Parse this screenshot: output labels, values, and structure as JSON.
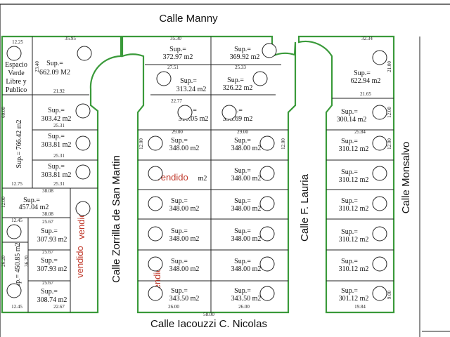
{
  "streets": {
    "top": "Calle Manny",
    "bottom": "Calle Iacouzzi C. Nicolas",
    "left_middle": "Calle Zorrilla de San Martin",
    "right_middle": "Calle F. Lauria",
    "right": "Calle Monsalvo"
  },
  "green_space": {
    "line1": "Espacio",
    "line2": "Verde",
    "line3": "Libre y",
    "line4": "Publico"
  },
  "block1": {
    "corner": {
      "sup": "Sup.=",
      "area": "662.09 M2"
    },
    "left_lot": {
      "area": "Sup.= 766.42 m2"
    },
    "lots": [
      {
        "sup": "Sup.=",
        "area": "303.42 m2"
      },
      {
        "sup": "Sup.=",
        "area": "303.81 m2"
      },
      {
        "sup": "Sup.=",
        "area": "303.81 m2"
      }
    ],
    "mid": {
      "sup": "Sup.=",
      "area": "457.04 m2"
    },
    "small_left": {
      "area": "Sup.= 450.85 m2"
    },
    "lower": [
      {
        "sup": "Sup.=",
        "area": "307.93 m2"
      },
      {
        "sup": "Sup.=",
        "area": "307.93 m2"
      },
      {
        "sup": "Sup.=",
        "area": "308.74 m2"
      }
    ],
    "sold1": "vendido",
    "sold2": "vendido"
  },
  "block2": {
    "top_left": [
      {
        "sup": "Sup.=",
        "area": "372.97 m2"
      },
      {
        "sup": "Sup.=",
        "area": "313.24 m2"
      },
      {
        "sup": "Sup.=",
        "area": "310.05 m2"
      }
    ],
    "top_right": [
      {
        "sup": "Sup.=",
        "area": "369.92 m2"
      },
      {
        "sup": "Sup.=",
        "area": "326.22 m2"
      },
      {
        "sup": "Sup.=",
        "area": "333.69 m2"
      }
    ],
    "left_col": [
      {
        "sup": "Sup.=",
        "area": "348.00 m2"
      },
      {
        "sup": "",
        "area": "m2"
      },
      {
        "sup": "Sup.=",
        "area": "348.00 m2"
      },
      {
        "sup": "Sup.=",
        "area": "348.00 m2"
      },
      {
        "sup": "Sup.=",
        "area": "348.00 m2"
      },
      {
        "sup": "Sup.=",
        "area": "343.50 m2"
      }
    ],
    "right_col": [
      {
        "sup": "Sup.=",
        "area": "348.00 m2"
      },
      {
        "sup": "Sup.=",
        "area": "348.00 m2"
      },
      {
        "sup": "Sup.=",
        "area": "348.00 m2"
      },
      {
        "sup": "Sup.=",
        "area": "348.00 m2"
      },
      {
        "sup": "Sup.=",
        "area": "348.00 m2"
      },
      {
        "sup": "Sup.=",
        "area": "343.50 m2"
      }
    ],
    "sold_top": "vendido",
    "sold_bottom": "vendido"
  },
  "block3": {
    "corner": {
      "sup": "Sup.=",
      "area": "622.94 m2"
    },
    "lots": [
      {
        "sup": "Sup.=",
        "area": "300.14 m2"
      },
      {
        "sup": "Sup.=",
        "area": "310.12 m2"
      },
      {
        "sup": "Sup.=",
        "area": "310.12 m2"
      },
      {
        "sup": "Sup.=",
        "area": "310.12 m2"
      },
      {
        "sup": "Sup.=",
        "area": "310.12 m2"
      },
      {
        "sup": "Sup.=",
        "area": "310.12 m2"
      },
      {
        "sup": "Sup.=",
        "area": "301.12 m2"
      }
    ]
  },
  "dimensions": {
    "d1": "12.25",
    "d2": "35.95",
    "d3": "35.30",
    "d4": "32.34",
    "d5": "23.40",
    "d6": "21.92",
    "d7": "25.31",
    "d8": "25.31",
    "d9": "25.31",
    "d10": "12.75",
    "d11": "38.08",
    "d12": "38.08",
    "d13": "25.67",
    "d14": "25.67",
    "d15": "25.67",
    "d16": "22.67",
    "d17": "12.45",
    "d18": "12.45",
    "d19": "27.51",
    "d20": "25.33",
    "d21": "22.77",
    "d22": "29.00",
    "d23": "29.00",
    "d24": "26.00",
    "d25": "26.00",
    "d26": "58.00",
    "d27": "21.65",
    "d28": "25.84",
    "d29": "19.84",
    "d30": "21.00",
    "d31": "12.00",
    "d32": "12.00",
    "d33": "9.00",
    "d34": "60.00",
    "d35": "12.00",
    "d36": "26.20",
    "d37": "36.20",
    "d38": "12.00",
    "d39": "12.00"
  }
}
